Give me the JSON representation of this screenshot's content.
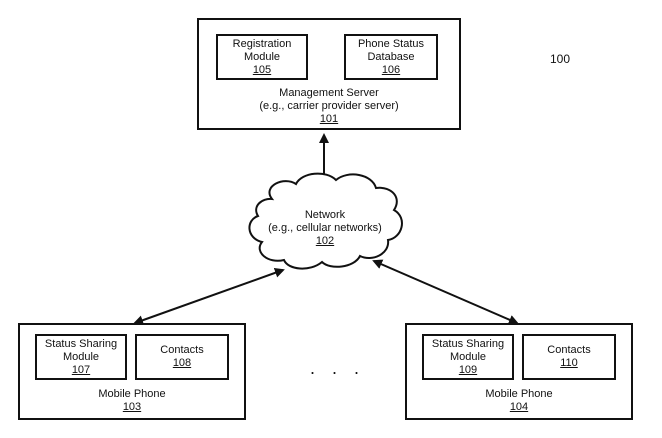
{
  "figure_ref": "100",
  "server": {
    "label": "Management Server",
    "sublabel": "(e.g., carrier provider server)",
    "ref": "101",
    "registration": {
      "line1": "Registration",
      "line2": "Module",
      "ref": "105"
    },
    "database": {
      "line1": "Phone Status",
      "line2": "Database",
      "ref": "106"
    }
  },
  "network": {
    "label": "Network",
    "sublabel": "(e.g., cellular networks)",
    "ref": "102"
  },
  "phone_left": {
    "label": "Mobile Phone",
    "ref": "103",
    "status_module": {
      "line1": "Status Sharing",
      "line2": "Module",
      "ref": "107"
    },
    "contacts": {
      "label": "Contacts",
      "ref": "108"
    }
  },
  "phone_right": {
    "label": "Mobile Phone",
    "ref": "104",
    "status_module": {
      "line1": "Status Sharing",
      "line2": "Module",
      "ref": "109"
    },
    "contacts": {
      "label": "Contacts",
      "ref": "110"
    }
  },
  "ellipsis": ". . ."
}
